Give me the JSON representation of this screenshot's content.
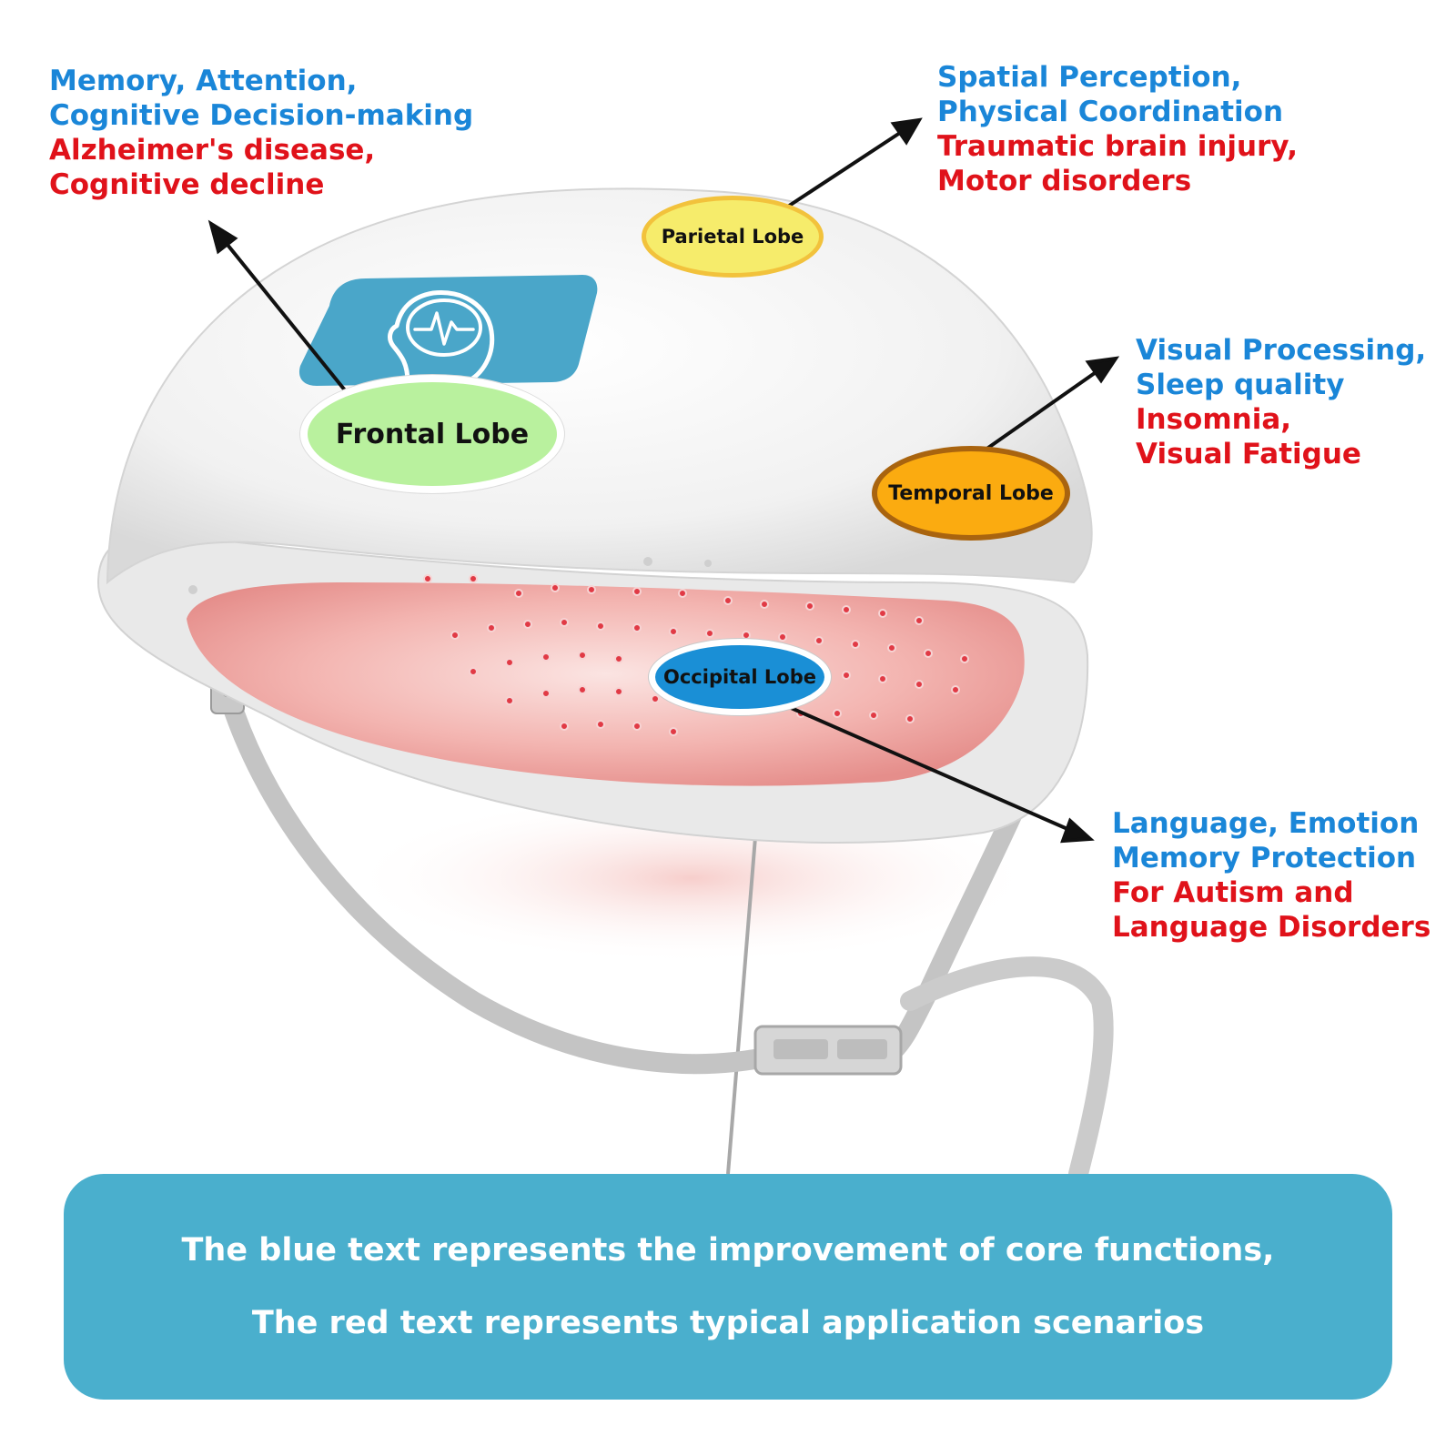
{
  "frontal": {
    "label": "Frontal Lobe",
    "functions": [
      "Memory, Attention,",
      "Cognitive Decision-making"
    ],
    "applications": [
      "Alzheimer's disease,",
      "Cognitive decline"
    ]
  },
  "parietal": {
    "label": "Parietal Lobe",
    "functions": [
      "Spatial Perception,",
      "Physical Coordination"
    ],
    "applications": [
      "Traumatic brain injury,",
      "Motor disorders"
    ]
  },
  "temporal": {
    "label": "Temporal Lobe",
    "functions": [
      "Visual Processing,",
      "Sleep quality"
    ],
    "applications": [
      "Insomnia,",
      "Visual Fatigue"
    ]
  },
  "occipital": {
    "label": "Occipital Lobe",
    "functions": [
      "Language, Emotion",
      "Memory Protection"
    ],
    "applications": [
      "For Autism and",
      "Language Disorders"
    ]
  },
  "legend": {
    "line1": "The blue text represents the improvement of core functions,",
    "line2": "The red text represents typical application scenarios"
  },
  "colors": {
    "function_text": "#1a86d8",
    "application_text": "#e0121a",
    "banner": "#4aafcd",
    "frontal_fill": "#b9f19e",
    "parietal_fill": "#f6ec6b",
    "temporal_fill": "#fbab10",
    "occipital_fill": "#1a8fd6",
    "led_glow": "#f4a3a3"
  },
  "icons": {
    "badge": "head-brain-pulse-icon"
  }
}
